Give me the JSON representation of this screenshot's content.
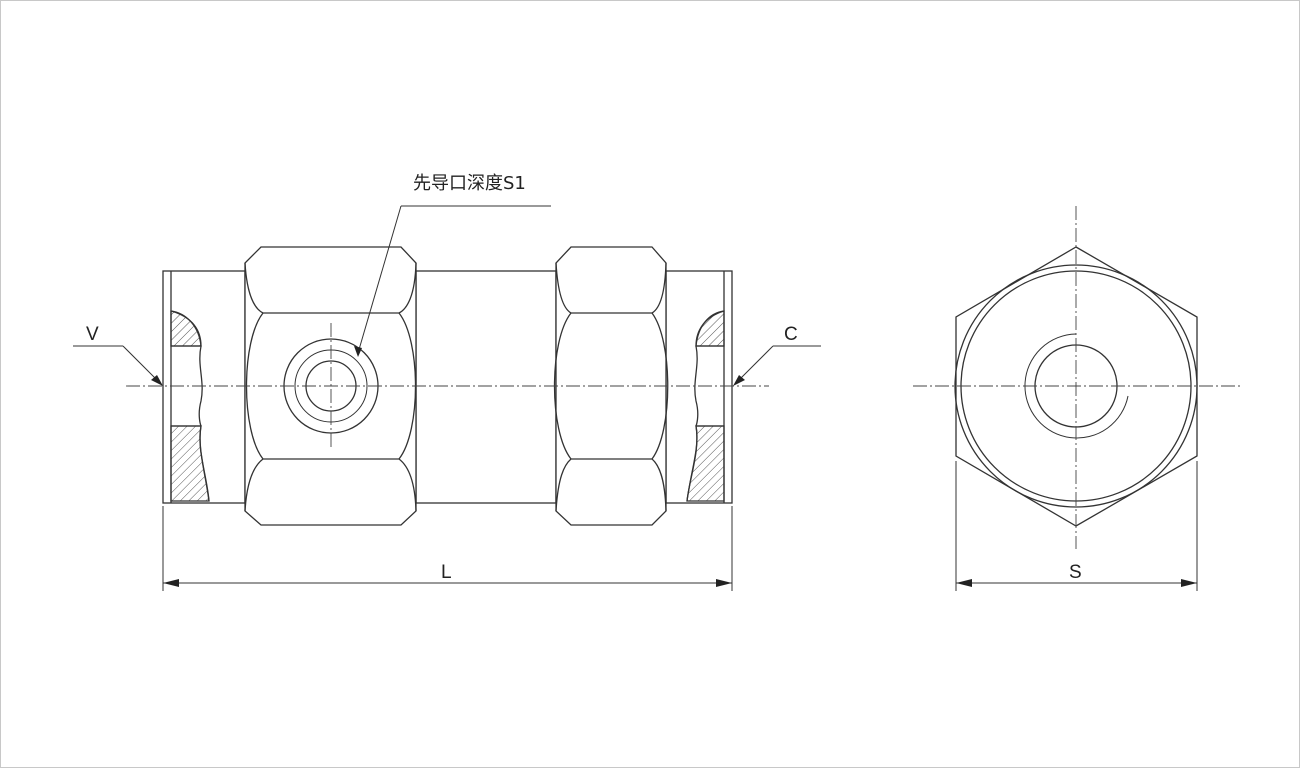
{
  "drawing": {
    "pilot_label": "先导口深度S1",
    "dim_v": "V",
    "dim_c": "C",
    "dim_l": "L",
    "dim_s": "S"
  },
  "colors": {
    "line": "#333333",
    "hatch": "#555555",
    "frame": "#c8c8c8"
  }
}
